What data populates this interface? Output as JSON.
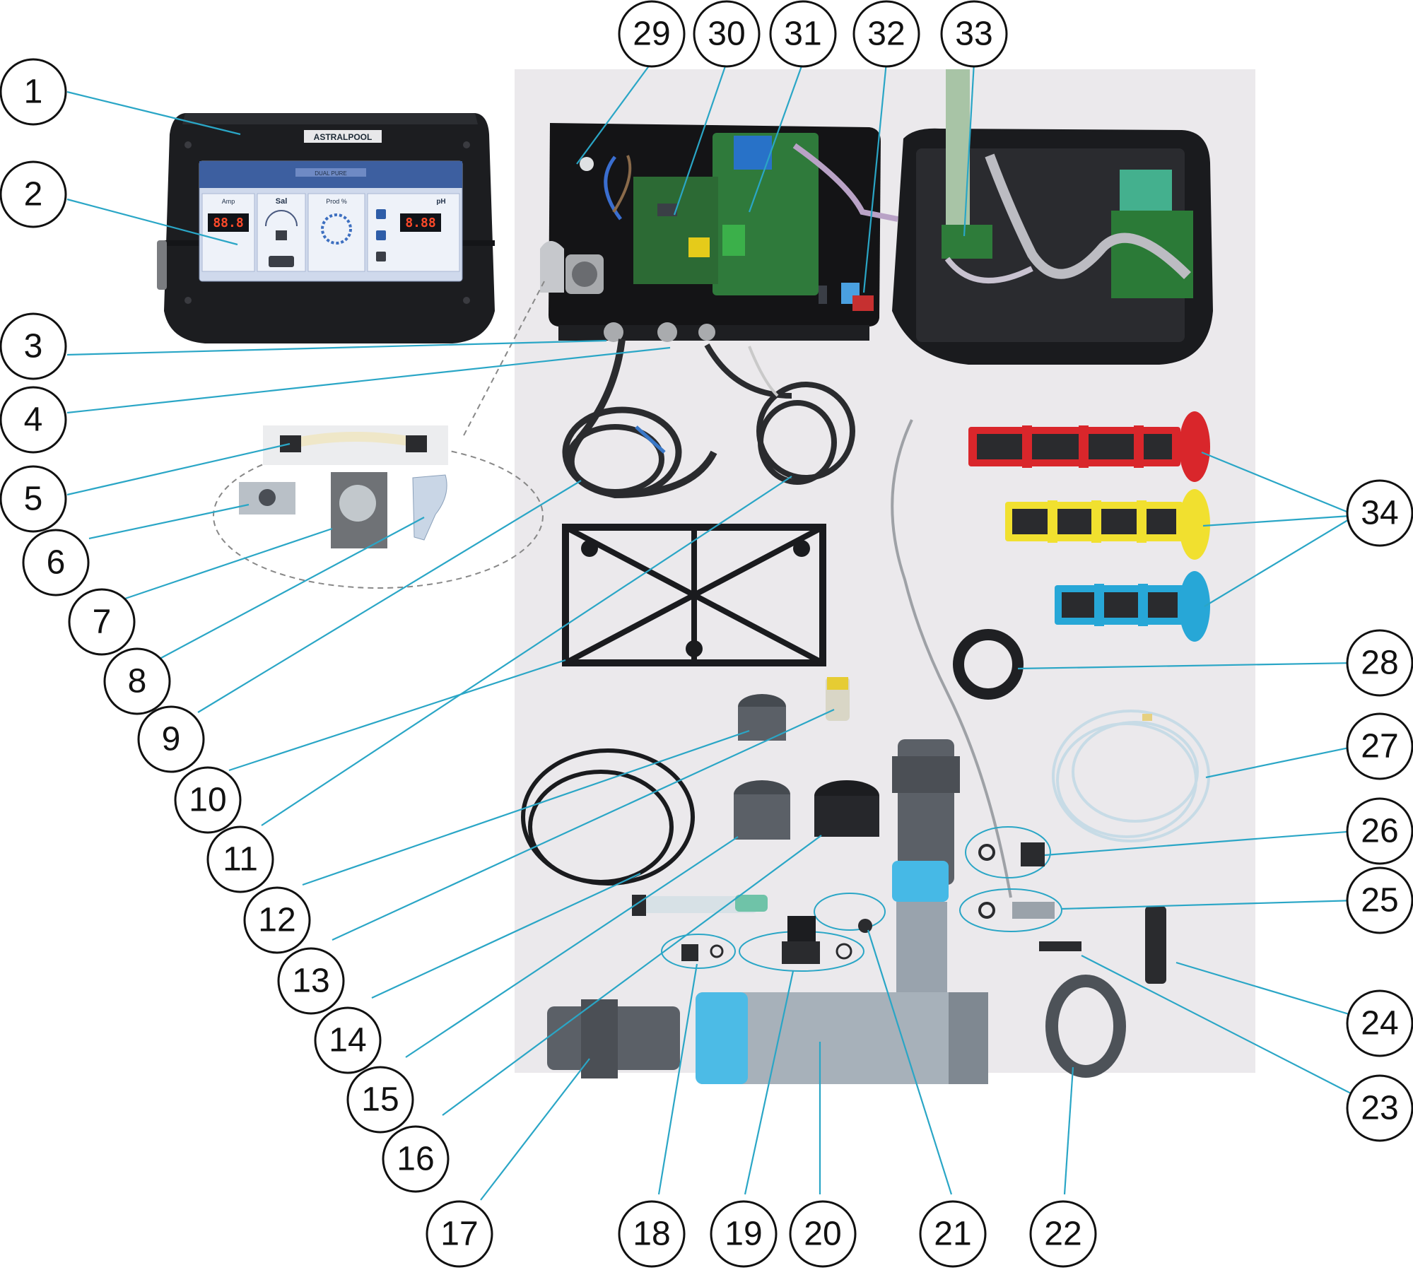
{
  "diagram": {
    "controller_panel": {
      "brand": "ASTRALPOOL",
      "model": "DUAL PURE",
      "labels": {
        "amp": "Amp",
        "sal": "Sal",
        "prod": "Prod %",
        "ph": "pH"
      },
      "amp_display": "88.8",
      "ph_display": "8.88"
    },
    "callouts": [
      "1",
      "2",
      "3",
      "4",
      "5",
      "6",
      "7",
      "8",
      "9",
      "10",
      "11",
      "12",
      "13",
      "14",
      "15",
      "16",
      "17",
      "18",
      "19",
      "20",
      "21",
      "22",
      "23",
      "24",
      "25",
      "26",
      "27",
      "28",
      "29",
      "30",
      "31",
      "32",
      "33",
      "34"
    ],
    "colors": {
      "leader": "#2aa6c6",
      "background_photo": "#ebe9ec",
      "cell_red": "#d9262b",
      "cell_yellow": "#f1e02f",
      "cell_blue": "#27a7d7",
      "pcb_green": "#2f7a3b",
      "housing_black": "#1c1d20",
      "pvc_grey": "#6f7880"
    },
    "icons": [
      "controller-unit-icon",
      "pcb-board-icon",
      "cable-coil-icon",
      "electrode-cell-icon",
      "pvc-union-icon",
      "o-ring-icon",
      "peristaltic-pump-icon",
      "ph-probe-icon",
      "tubing-coil-icon",
      "mounting-bracket-icon"
    ]
  }
}
